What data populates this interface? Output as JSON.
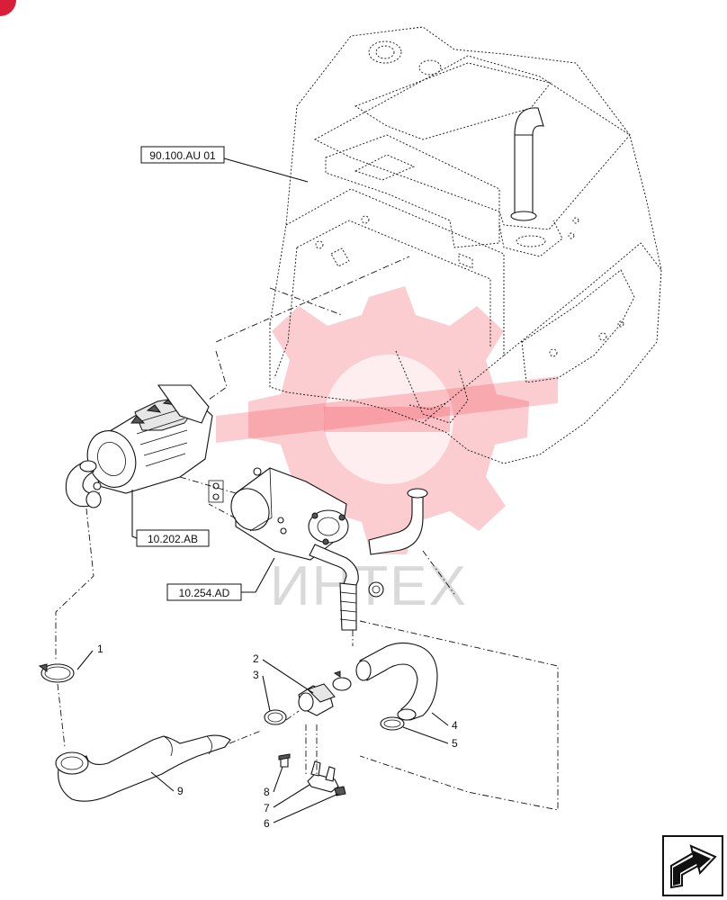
{
  "references": [
    {
      "id": "ref-cab",
      "text": "90.100.AU 01"
    },
    {
      "id": "ref-air-filter",
      "text": "10.202.AB"
    },
    {
      "id": "ref-muffler",
      "text": "10.254.AD"
    }
  ],
  "callouts": [
    "1",
    "2",
    "3",
    "4",
    "5",
    "6",
    "7",
    "8",
    "9"
  ],
  "watermark": {
    "text": "ИНТЕХ",
    "color": "#f04a55"
  },
  "icons": {
    "corner_badge": "red-badge-icon",
    "navigation": "next-page-arrow-icon"
  }
}
